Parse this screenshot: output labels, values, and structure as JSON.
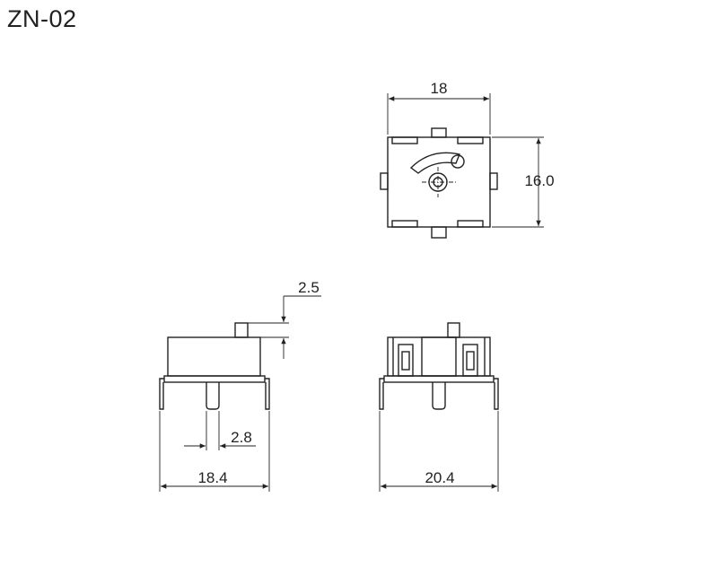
{
  "title": "ZN-02",
  "dimensions": {
    "top_width": "18",
    "top_height": "16.0",
    "side_height": "2.5",
    "pin_width": "2.8",
    "side_width": "18.4",
    "front_width": "20.4"
  }
}
